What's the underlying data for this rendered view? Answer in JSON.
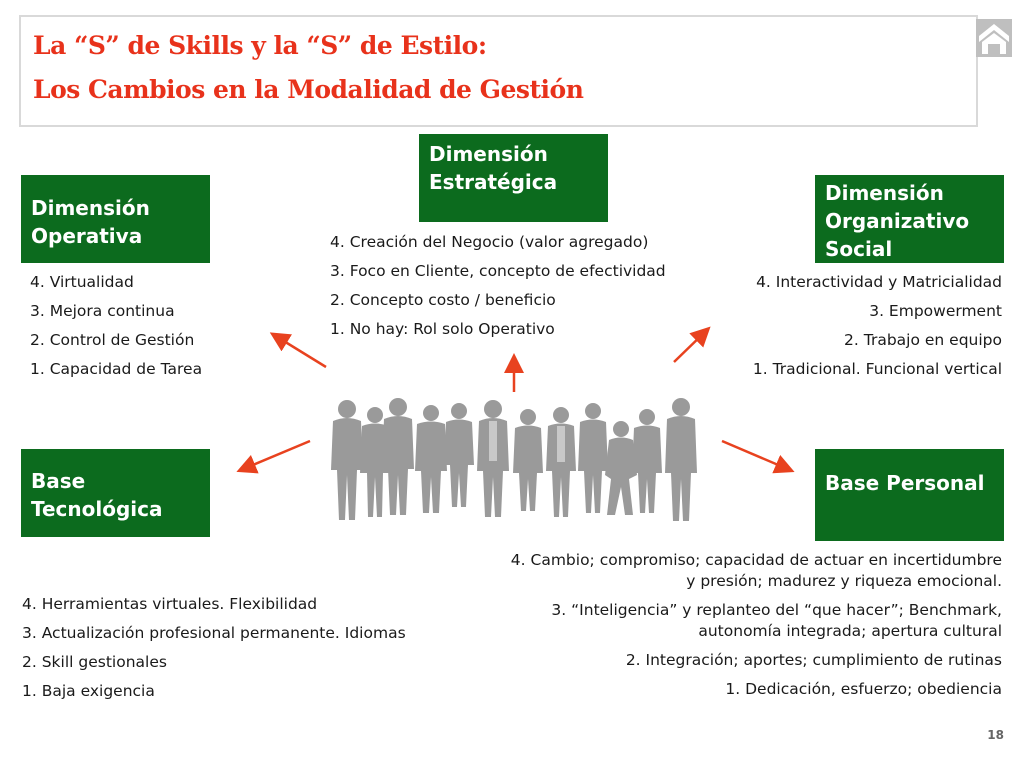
{
  "title": {
    "line1": "La “S” de Skills y la “S” de Estilo:",
    "line2": "Los Cambios en la Modalidad de Gestión"
  },
  "boxes": {
    "estrategica": "Dimensión Estratégica",
    "operativa": "Dimensión Operativa",
    "organizativo": "Dimensión Organizativo Social",
    "tecnologica": "Base Tecnológica",
    "personal": "Base Personal"
  },
  "lists": {
    "estrategica": [
      "4. Creación del Negocio (valor agregado)",
      "3. Foco en Cliente, concepto de efectividad",
      "2. Concepto costo /  beneficio",
      "1. No hay: Rol solo Operativo"
    ],
    "operativa": [
      "4. Virtualidad",
      "3. Mejora continua",
      "2. Control de Gestión",
      "1. Capacidad de Tarea"
    ],
    "organizativo": [
      "4. Interactividad y Matricialidad",
      "3. Empowerment",
      "2. Trabajo en equipo",
      "1. Tradicional. Funcional vertical"
    ],
    "tecnologica": [
      "4. Herramientas virtuales. Flexibilidad",
      "3. Actualización profesional permanente. Idiomas",
      "2. Skill gestionales",
      "1. Baja exigencia"
    ],
    "personal": [
      "4. Cambio; compromiso; capacidad de actuar en incertidumbre y presión; madurez y riqueza emocional.",
      "3. “Inteligencia” y replanteo del “que hacer”; Benchmark, autonomía integrada; apertura cultural",
      "2. Integración; aportes; cumplimiento de rutinas",
      "1. Dedicación, esfuerzo; obediencia"
    ]
  },
  "page_number": "18",
  "colors": {
    "accent": "#0c6b1e",
    "title": "#e8321b",
    "arrow": "#e8421f"
  },
  "icons": [
    "home-icon",
    "arrow-icon",
    "people-group-icon"
  ]
}
